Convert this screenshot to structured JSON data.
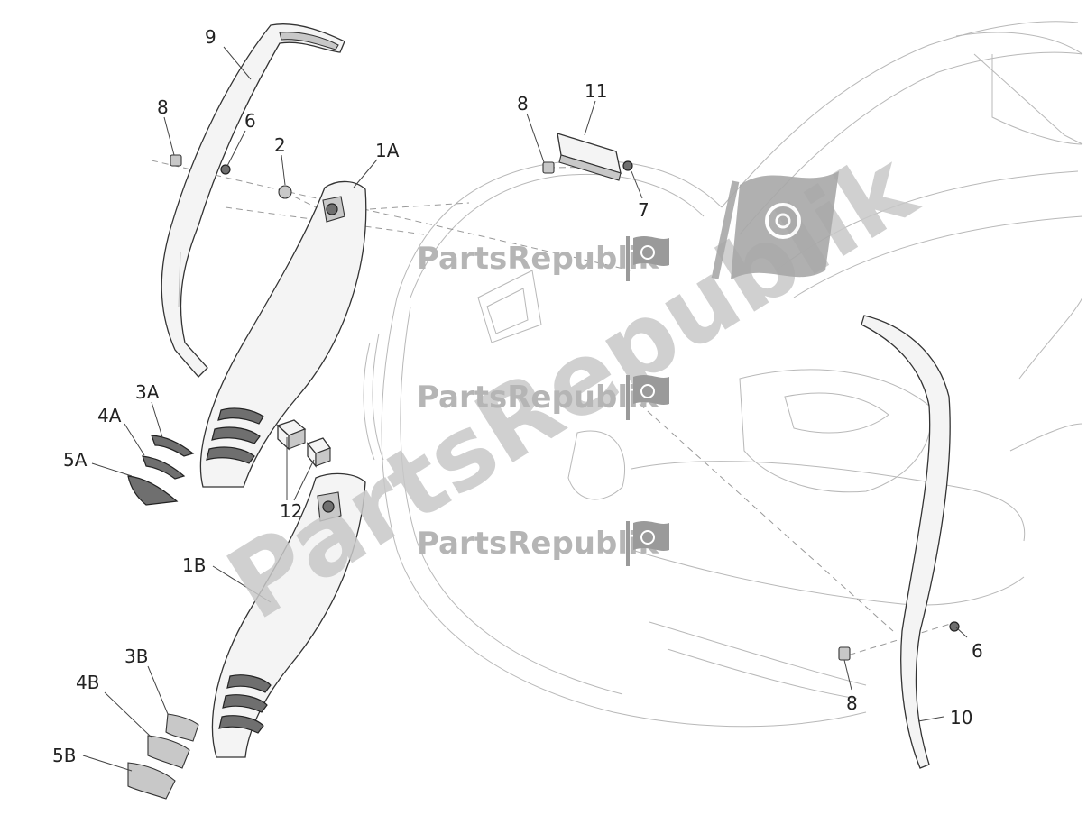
{
  "callouts": {
    "c_9": "9",
    "c_8_top": "8",
    "c_6_top": "6",
    "c_2": "2",
    "c_1A": "1A",
    "c_8_mid": "8",
    "c_11": "11",
    "c_7": "7",
    "c_3A": "3A",
    "c_4A": "4A",
    "c_5A": "5A",
    "c_12": "12",
    "c_1B": "1B",
    "c_3B": "3B",
    "c_4B": "4B",
    "c_5B": "5B",
    "c_6_right": "6",
    "c_8_bottom": "8",
    "c_10": "10"
  },
  "watermark": {
    "brand_1": "PartsRepublik",
    "brand_2": "PartsRepublik",
    "brand_3": "PartsRepublik",
    "brand_big": "PartsRepublik",
    "icon": "gear-flag-icon",
    "text_color": "#c2c2c2",
    "icon_color": "#9a9a9a"
  }
}
